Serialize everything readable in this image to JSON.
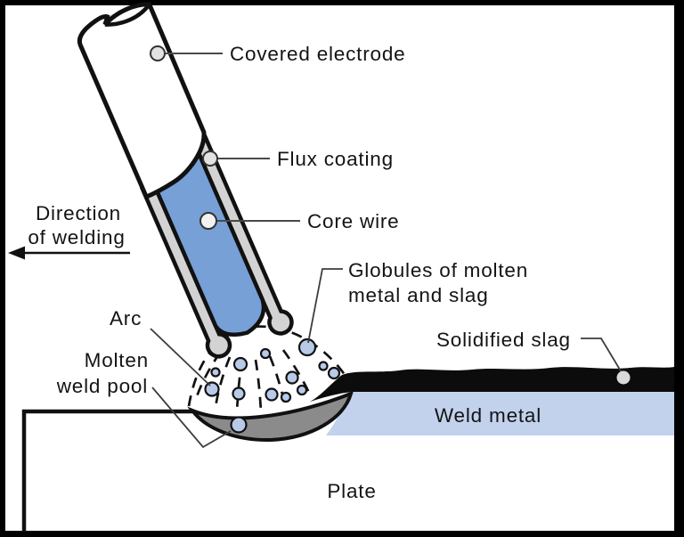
{
  "diagram": {
    "type": "welding-process-cross-section",
    "labels": {
      "covered_electrode": "Covered electrode",
      "flux_coating": "Flux coating",
      "core_wire": "Core wire",
      "direction_line1": "Direction",
      "direction_line2": "of welding",
      "arc": "Arc",
      "molten_line1": "Molten",
      "molten_line2": "weld pool",
      "globules_line1": "Globules of molten",
      "globules_line2": "metal and slag",
      "solidified_slag": "Solidified slag",
      "weld_metal": "Weld metal",
      "plate": "Plate"
    }
  },
  "colors": {
    "core_wire_blue": "#76a0d6",
    "flux_gray": "#d3d3d3",
    "weld_metal_blue": "#c3d2ec",
    "molten_pool_gray": "#8b8b8b",
    "slag_black": "#0c0c0c",
    "globule_blue": "#b7cbe9",
    "marker_dot_gray": "#e2e2e2",
    "outline_black": "#111111",
    "frame_black": "#000000"
  }
}
